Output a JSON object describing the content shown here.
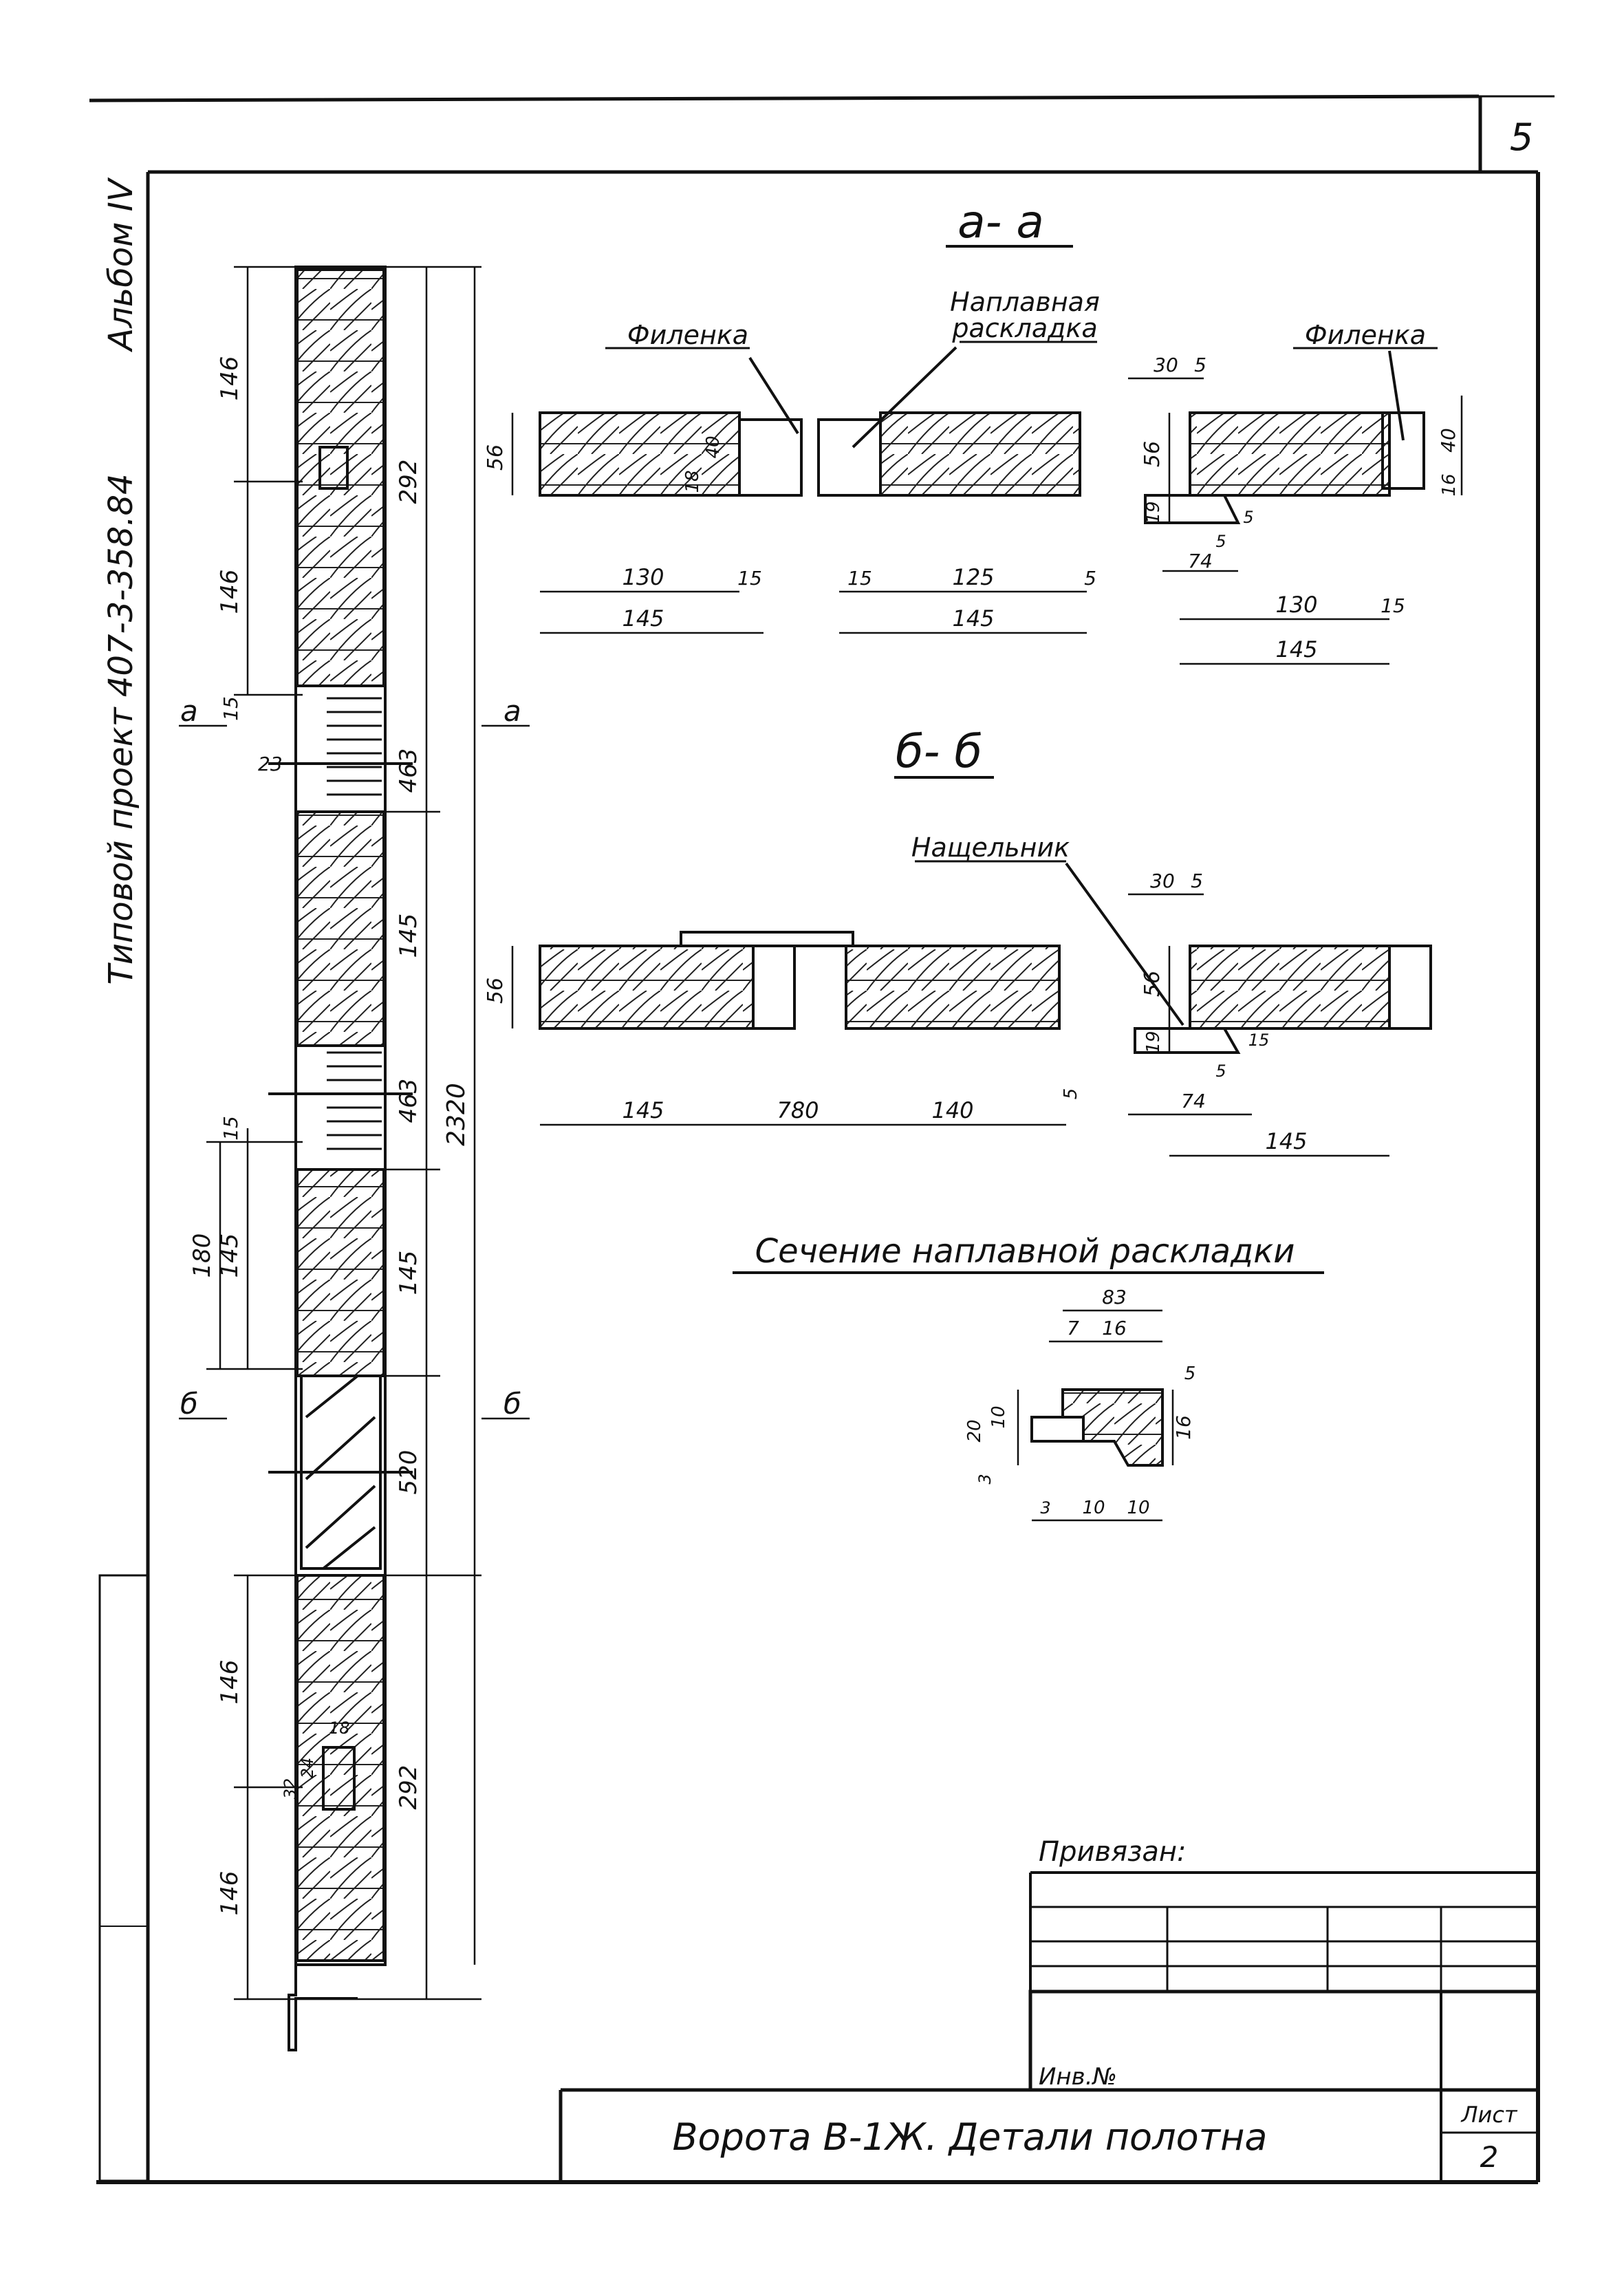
{
  "sheet": {
    "page_number": "5",
    "album": "Альбом IV",
    "project": "Типовой проект 407-3-358.84"
  },
  "sections": {
    "aa_title": "а- а",
    "bb_title": "б- б",
    "rasklad_title": "Сечение наплавной раскладки",
    "marker_a": "а",
    "marker_b": "б"
  },
  "labels": {
    "filenka": "Филенка",
    "naplavnaya_1": "Наплавная",
    "naplavnaya_2": "раскладка",
    "nashchelnik": "Нащельник"
  },
  "dims_left": {
    "d146a": "146",
    "d146b": "146",
    "d292a": "292",
    "d15a": "15",
    "d23": "23",
    "d463a": "463",
    "d145a": "145",
    "d463b": "463",
    "d2320": "2320",
    "d15b": "15",
    "d180": "180",
    "d145b": "145",
    "d145c": "145",
    "d520": "520",
    "d146c": "146",
    "d146d": "146",
    "d292b": "292",
    "d18": "18",
    "d32": "32",
    "d24": "24"
  },
  "dims_aa": {
    "h56": "56",
    "d40": "40",
    "d18": "18",
    "d130": "130",
    "d15a": "15",
    "d145a": "145",
    "d15b": "15",
    "d125": "125",
    "d5a": "5",
    "d145b": "145",
    "r30": "30",
    "r5": "5",
    "r56": "56",
    "r19": "19",
    "r40": "40",
    "r16": "16",
    "r5b": "5",
    "r5c": "5",
    "r74": "74",
    "r130": "130",
    "r15": "15",
    "r145": "145"
  },
  "dims_bb": {
    "h56": "56",
    "d145": "145",
    "d780": "780",
    "d140": "140",
    "d5": "5",
    "r30": "30",
    "r5": "5",
    "r56": "56",
    "r19": "19",
    "r5b": "5",
    "r15": "15",
    "r74": "74",
    "r145": "145"
  },
  "dims_rasklad": {
    "d83": "83",
    "d7": "7",
    "d16a": "16",
    "d5": "5",
    "d16b": "16",
    "d20": "20",
    "d10a": "10",
    "d3a": "3",
    "d3b": "3",
    "d10b": "10",
    "d10c": "10"
  },
  "title_block": {
    "privyazan": "Привязан:",
    "inv": "Инв.№",
    "title": "Ворота В-1Ж. Детали полотна",
    "list_label": "Лист",
    "list_number": "2"
  }
}
